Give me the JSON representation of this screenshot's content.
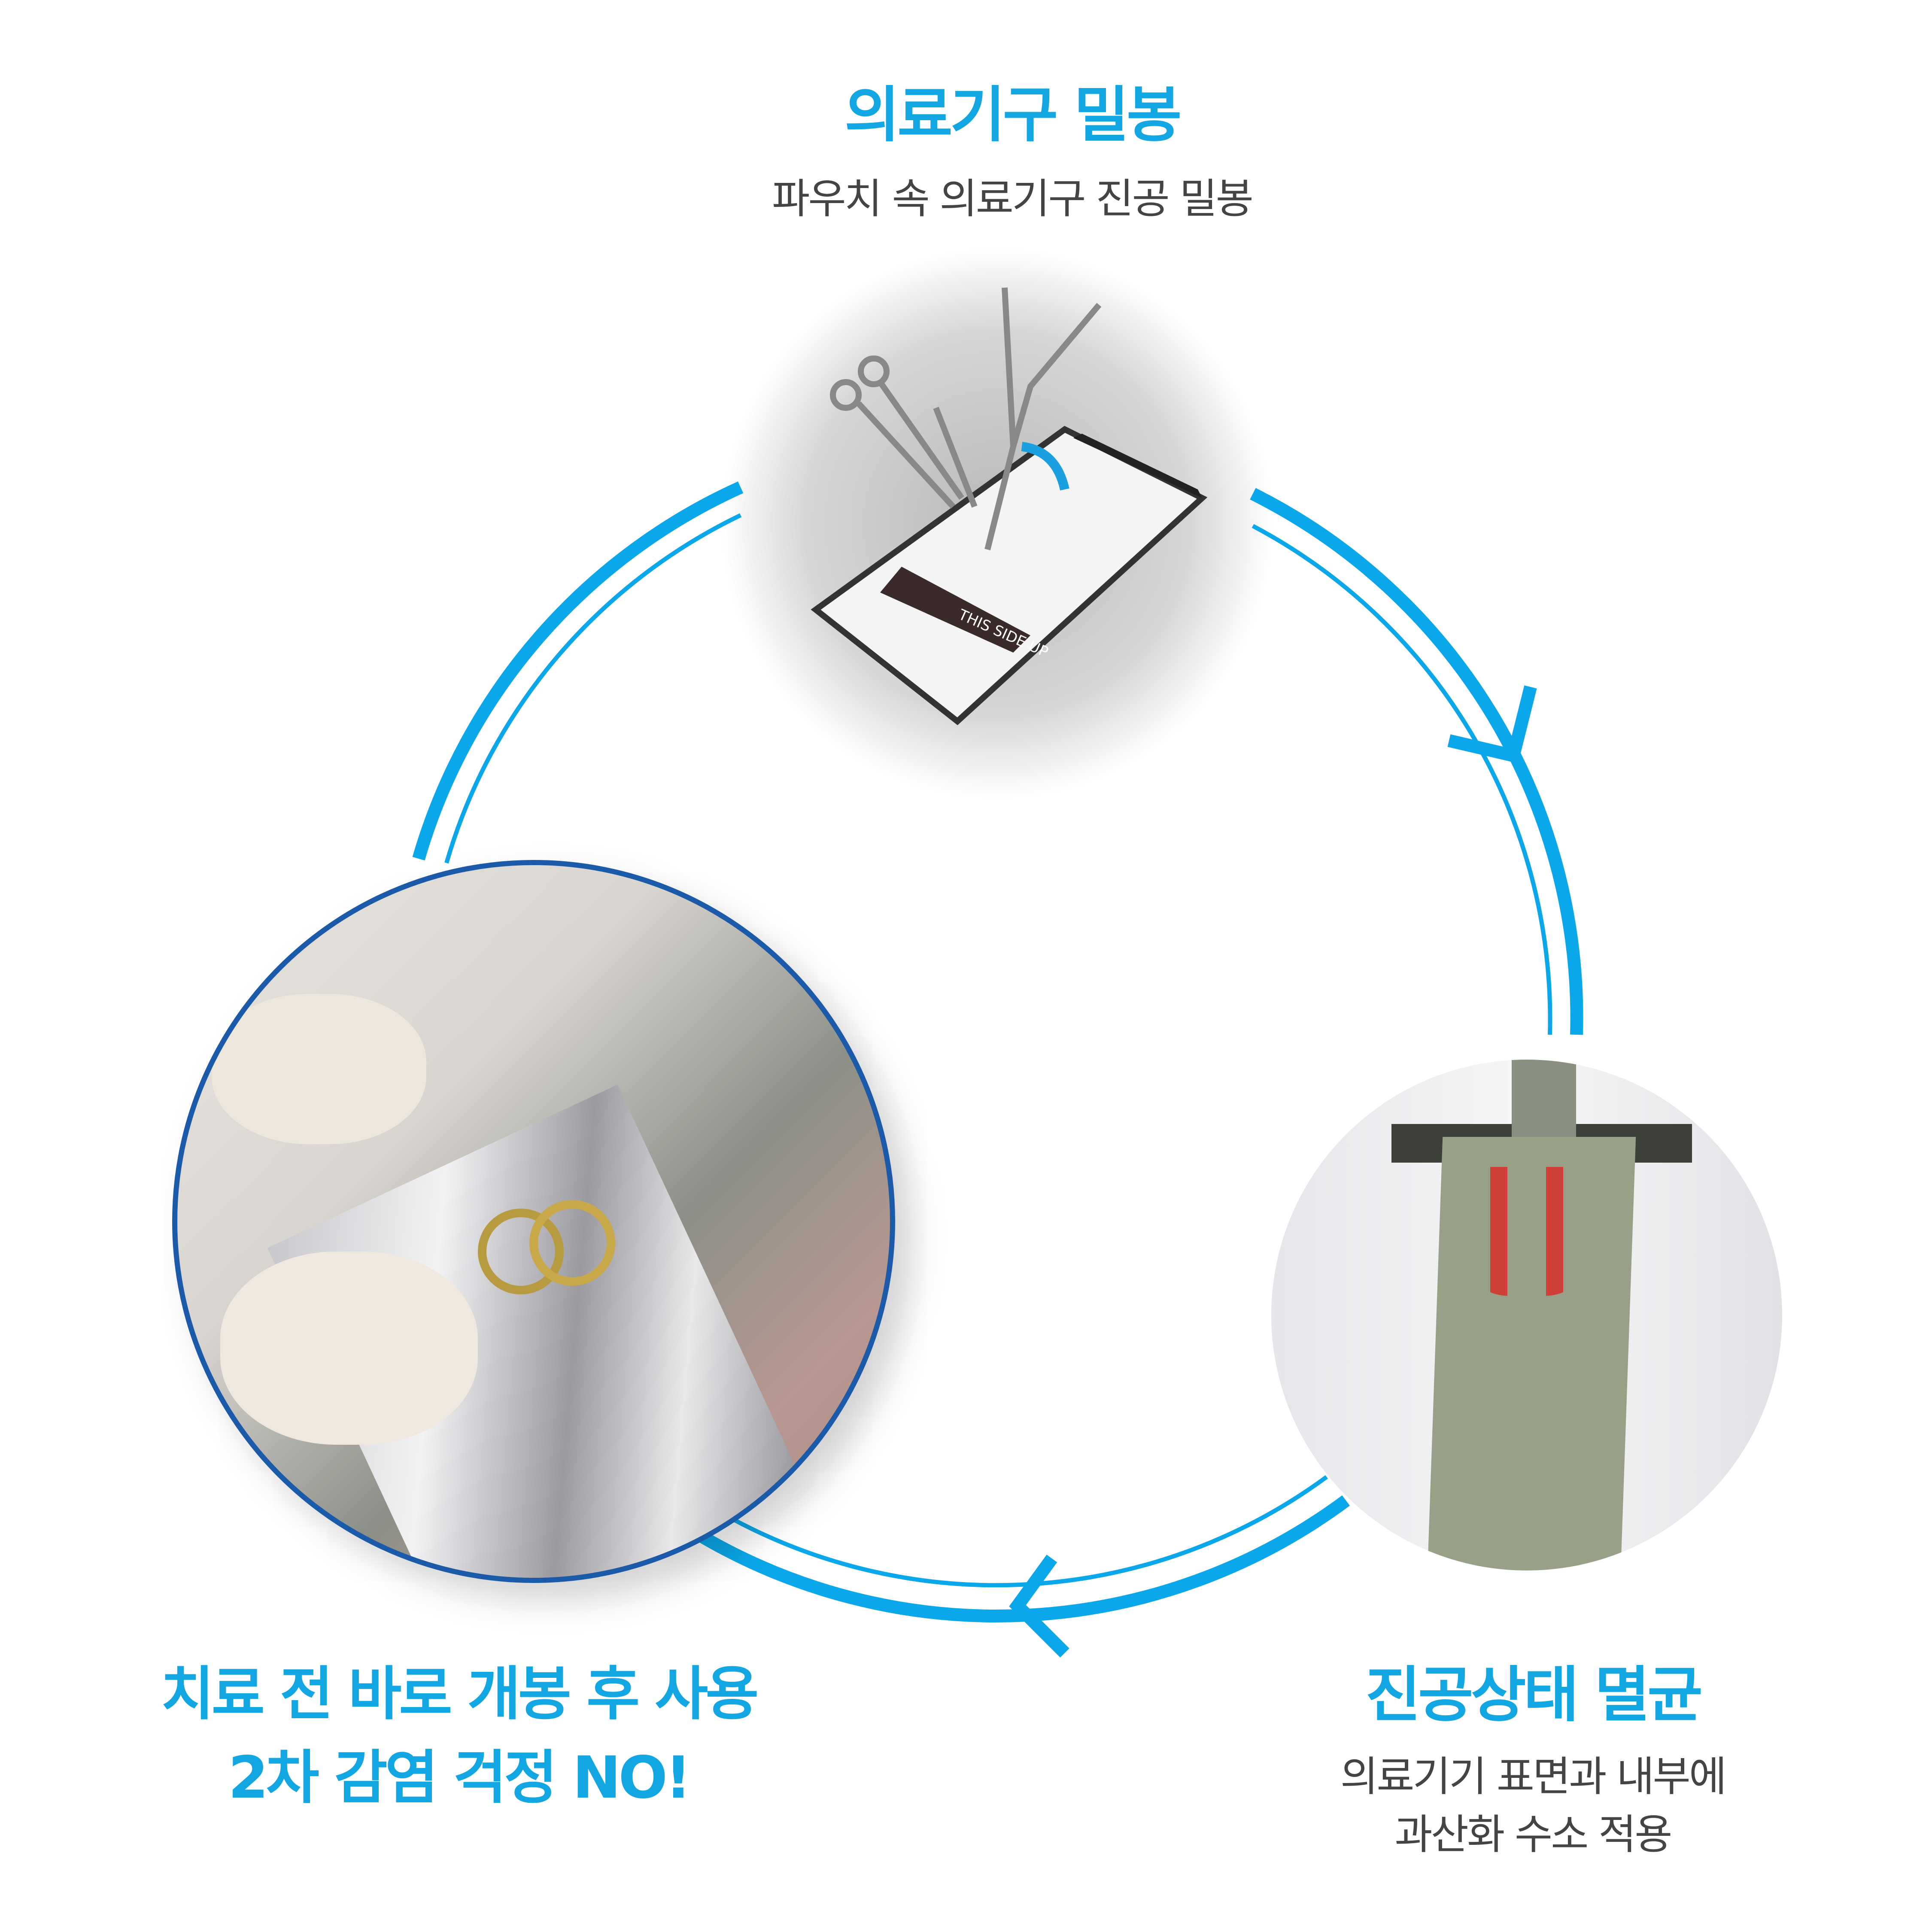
{
  "colors": {
    "accent": "#12a6e3",
    "ring": "#0aa8ea",
    "photo_border": "#1a5aa8",
    "text": "#444444"
  },
  "step1": {
    "title": "의료기구 밀봉",
    "subtitle": "파우치 속 의료기구 진공 밀봉",
    "icon": "sealing-pouch-image"
  },
  "step2": {
    "title": "진공상태 멸균",
    "subtitle_line1": "의료기기 표면과 내부에",
    "subtitle_line2": "과산화 수소 적용",
    "icon": "sterilizer-chamber-image"
  },
  "step3": {
    "title_line1": "치료 전 바로 개봉 후 사용",
    "title_line2": "2차 감염 걱정 NO!",
    "icon": "opening-pouch-image"
  }
}
